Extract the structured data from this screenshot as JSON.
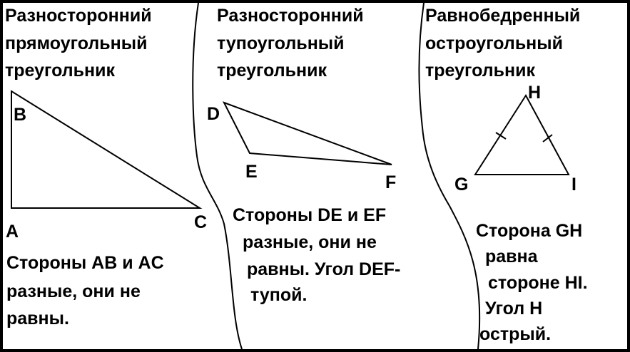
{
  "colors": {
    "ink": "#000000",
    "paper": "#ffffff"
  },
  "panels": [
    {
      "title": [
        "Разносторонний",
        "прямоугольный",
        "треугольник"
      ],
      "vertices": [
        "B",
        "A",
        "C"
      ],
      "description": [
        "Стороны AB и AC",
        "разные, они не",
        "равны."
      ]
    },
    {
      "title": [
        "Разносторонний",
        "тупоугольный",
        "треугольник"
      ],
      "vertices": [
        "D",
        "E",
        "F"
      ],
      "description": [
        "Стороны DE и EF",
        "разные, они не",
        "равны. Угол DEF-",
        "тупой."
      ]
    },
    {
      "title": [
        "Равнобедренный",
        "остроугольный",
        "треугольник"
      ],
      "vertices": [
        "H",
        "G",
        "I"
      ],
      "description": [
        "Сторона GH",
        "равна",
        "стороне HI.",
        "Угол H",
        "острый."
      ]
    }
  ]
}
